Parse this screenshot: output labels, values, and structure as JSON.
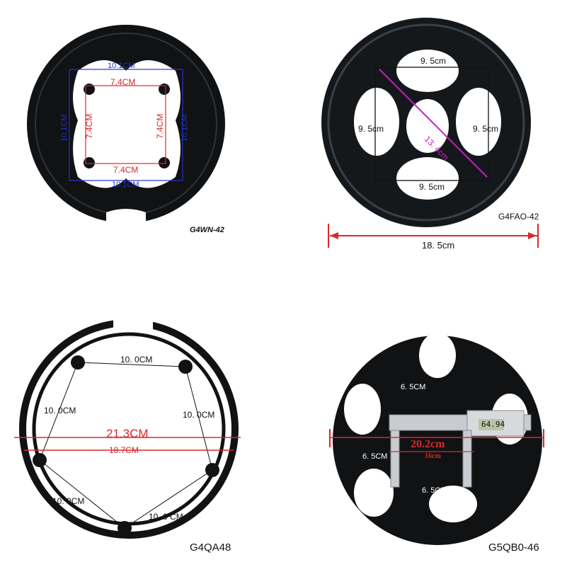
{
  "colors": {
    "guard": "#101214",
    "guard_highlight": "#2e3338",
    "blue_dim": "#2233cc",
    "red_dim": "#d8282a",
    "magenta_dim": "#c020c0",
    "caliper": "#c8ccd0"
  },
  "panels": [
    {
      "model": "G4WN-42",
      "dims": {
        "top_outer": "10.1CM",
        "bottom_outer": "10.1CM",
        "left_outer": "10.1CM",
        "right_outer": "10.1CM",
        "top_inner": "7.4CM",
        "bottom_inner": "7.4CM",
        "left_inner": "7.4CM",
        "right_inner": "7.4CM"
      }
    },
    {
      "model": "G4FAO-42",
      "dims": {
        "top": "9. 5cm",
        "left": "9. 5cm",
        "right": "9. 5cm",
        "bottom": "9. 5cm",
        "diagonal": "13. 4cm",
        "width": "18. 5cm"
      }
    },
    {
      "model": "G4QA48",
      "dims": {
        "top": "10. 0CM",
        "left": "10. 0CM",
        "right": "10. 0CM",
        "bottom_left": "10. 0CM",
        "bottom_right": "10. 0 CM",
        "outer": "21.3CM",
        "inner": "18.7CM"
      }
    },
    {
      "model": "G5QB0-46",
      "dims": {
        "top": "6. 5CM",
        "left": "6. 5CM",
        "bottom": "6. 5CM",
        "outer": "20.2cm",
        "inner": "16cm",
        "caliper_readout": "64.94"
      }
    }
  ]
}
